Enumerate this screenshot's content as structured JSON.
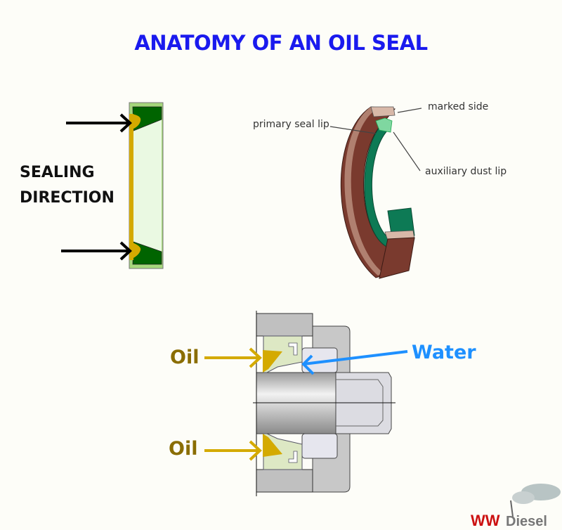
{
  "title": "ANATOMY OF AN OIL SEAL",
  "left_diagram": {
    "label_line1": "SEALING",
    "label_line2": "DIRECTION"
  },
  "seal_3d": {
    "labels": {
      "marked_side": "marked side",
      "primary_seal_lip": "primary seal lip",
      "auxiliary_dust_lip": "auxiliary dust lip"
    }
  },
  "cross_section": {
    "oil_top": "Oil",
    "oil_bottom": "Oil",
    "water": "Water"
  },
  "logo": {
    "text": "WWDiesel"
  },
  "colors": {
    "title": "#1a1aee",
    "oil": "#8a6d00",
    "oil_arrow": "#d4aa00",
    "water": "#1e90ff",
    "seal_green": "#006400"
  }
}
